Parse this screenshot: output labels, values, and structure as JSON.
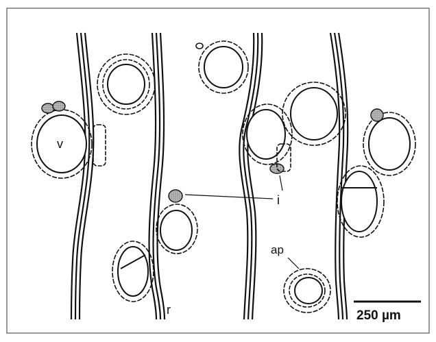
{
  "labels": {
    "v": "v",
    "r": "r",
    "i": "i",
    "ap": "ap"
  },
  "scale_bar": {
    "label": "250 µm"
  },
  "colors": {
    "ink": "#111111",
    "background": "#ffffff",
    "frame": "#555555"
  }
}
